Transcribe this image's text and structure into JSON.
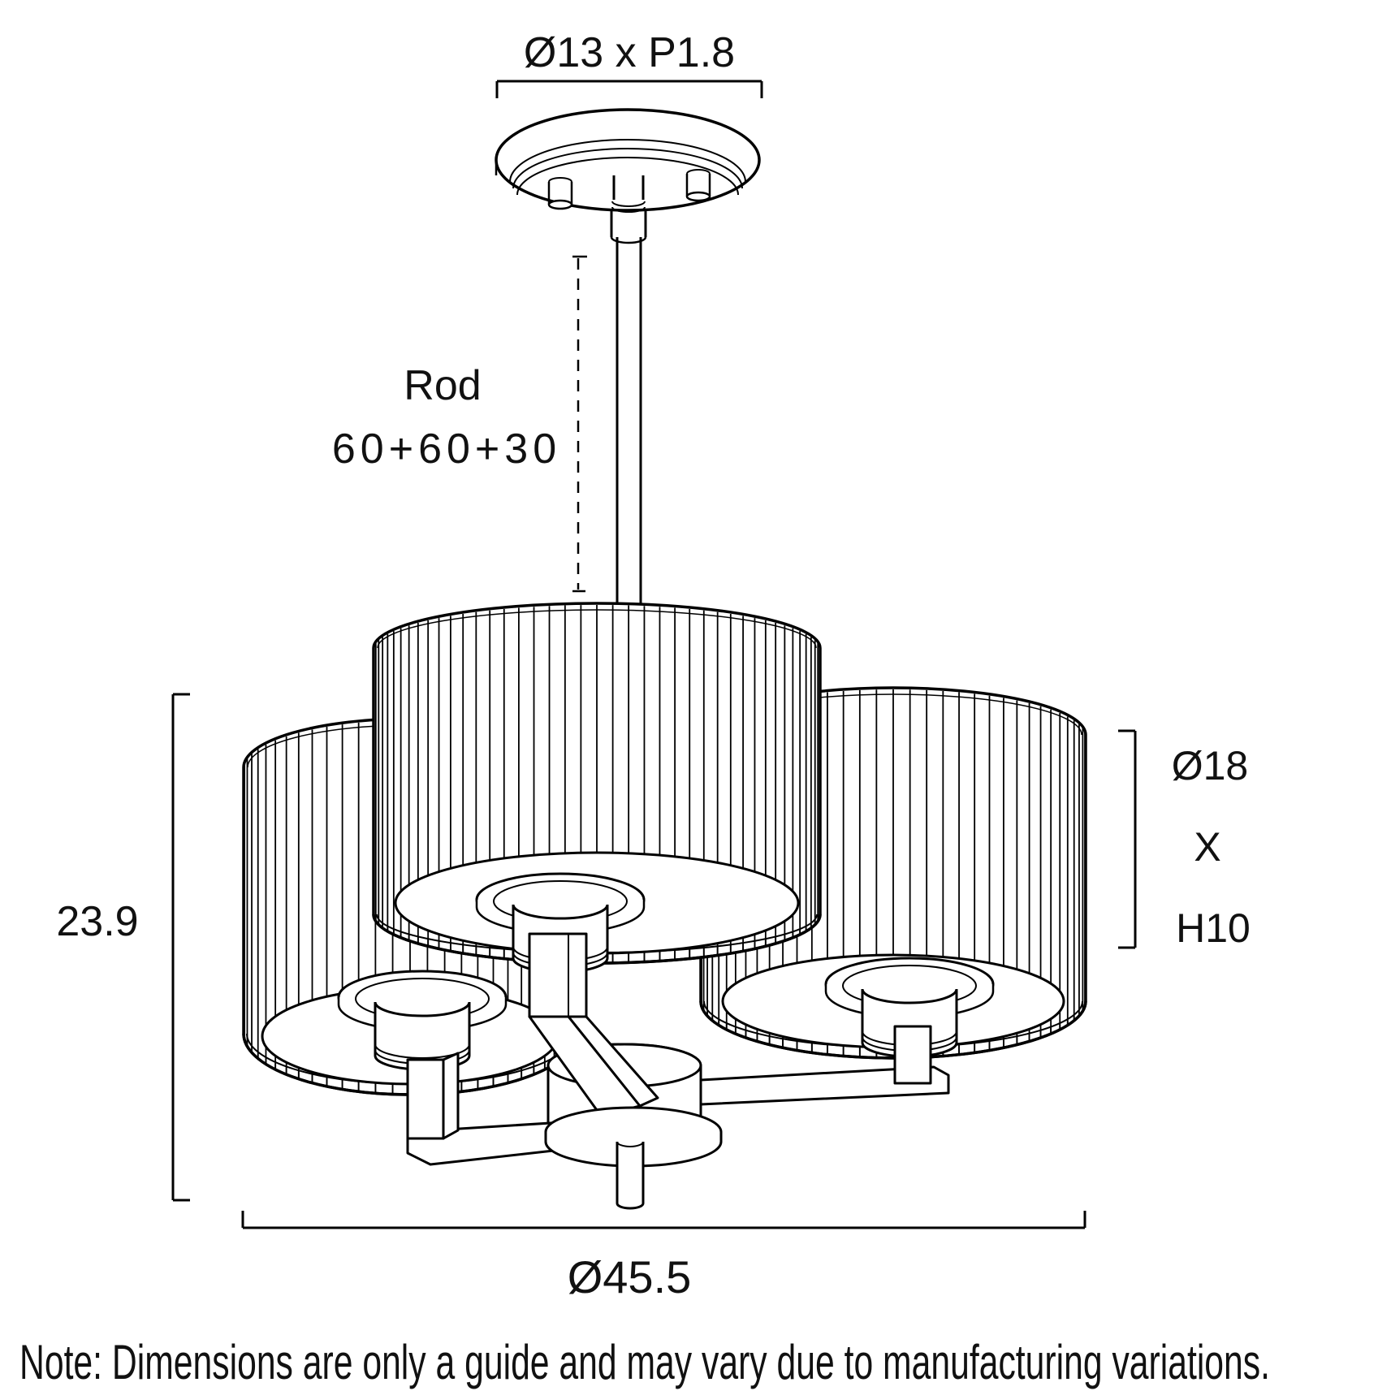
{
  "colors": {
    "line": "#000000",
    "background": "#ffffff",
    "text": "#111111"
  },
  "labels": {
    "canopy_dimension": "Ø13 x P1.8",
    "rod_label": "Rod",
    "rod_lengths": "60+60+30",
    "overall_height": "23.9",
    "shade_diameter": "Ø18",
    "shade_separator": "X",
    "shade_height": "H10",
    "overall_diameter": "Ø45.5",
    "note": "Note: Dimensions are only a guide and may vary due to manufacturing variations."
  }
}
